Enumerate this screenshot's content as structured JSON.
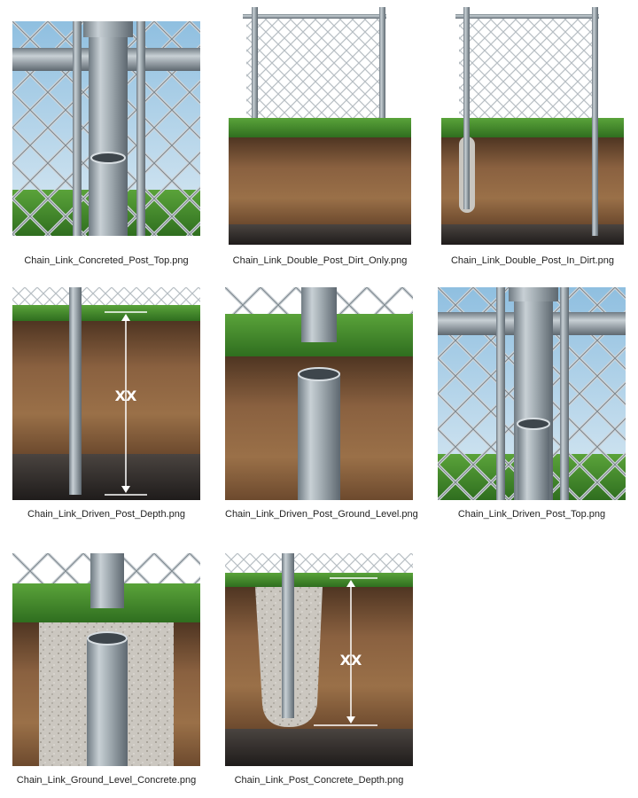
{
  "gallery": {
    "items": [
      {
        "filename": "Chain_Link_Concreted_Post_Top.png"
      },
      {
        "filename": "Chain_Link_Double_Post_Dirt_Only.png"
      },
      {
        "filename": "Chain_Link_Double_Post_In_Dirt.png"
      },
      {
        "filename": "Chain_Link_Driven_Post_Depth.png",
        "label": "XX"
      },
      {
        "filename": "Chain_Link_Driven_Post_Ground_Level.png"
      },
      {
        "filename": "Chain_Link_Driven_Post_Top.png"
      },
      {
        "filename": "Chain_Link_Ground_Level_Concrete.png"
      },
      {
        "filename": "Chain_Link_Post_Concrete_Depth.png",
        "label": "XX"
      }
    ]
  },
  "colors": {
    "sky": "#a9cde6",
    "grass": "#3f8a2a",
    "soil": "#7a5535",
    "gravel": "#2e2a28",
    "steel": "#9aa4ab",
    "concrete": "#c9c6c0"
  }
}
